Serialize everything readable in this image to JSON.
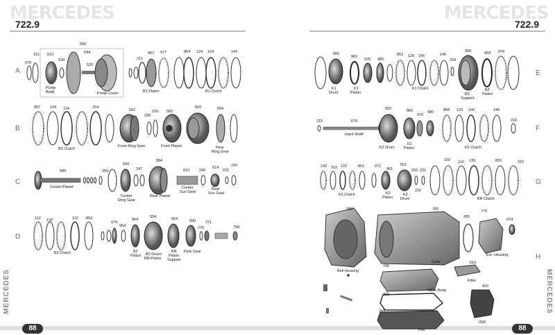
{
  "left": {
    "brand": "MERCEDES",
    "model": "722.9",
    "page": "88",
    "side": "MERCEDES",
    "rows": [
      "A",
      "B",
      "C",
      "D"
    ],
    "parts": {
      "p070": "070",
      "p311": "311",
      "p500": "500",
      "p510": "510",
      "p530": "530",
      "p544": "544",
      "p520": "520",
      "p211": "211",
      "p967": "967",
      "p977": "977",
      "p854": "854",
      "p124": "124",
      "p104": "104",
      "p144": "144",
      "p857": "857",
      "p134": "134",
      "p114": "114",
      "p154": "154",
      "p592": "592",
      "p236": "236",
      "p239": "239",
      "p582": "582",
      "p620": "620",
      "p594": "594",
      "p580": "580",
      "p250": "250",
      "p590": "590",
      "p247": "247",
      "p584": "584",
      "p610": "610",
      "p249": "249",
      "p614": "614",
      "p221": "221",
      "p220": "220",
      "p112a": "112",
      "p132": "132",
      "p112b": "112",
      "p852": "852",
      "p974": "974",
      "p964a": "964",
      "p964b": "964",
      "p554": "554",
      "p954": "954",
      "p690": "690",
      "p270": "270",
      "p271": "271",
      "p798": "798"
    },
    "labels": {
      "pump_body": "Pump\nBody",
      "pump_cover": "Pump Cover",
      "b1_piston": "B1 Piston",
      "b1_clutch": "B1 Clutch",
      "b3_clutch": "B3 Clutch",
      "front_ring_gear": "Front Ring Gear",
      "front_planet": "Front Planet",
      "rear_ring_gear": "Rear\nRing Gear",
      "center_planet": "Center Planet",
      "center_ring_gear": "Center\nRing Gear",
      "rear_planet": "Rear Planet",
      "center_sun_gear": "Center\nSun Gear",
      "rear_sun_gear": "Rear\nSun Gear",
      "b2_clutch": "B2 Clutch",
      "b2_piston": "B2\nPiston",
      "b2_drum": "B2 Drum/\nBR Piston",
      "br_piston_support": "BR\nPiston\nSupport",
      "park_gear": "Park Gear"
    }
  },
  "right": {
    "brand": "MERCEDES",
    "model": "722.9",
    "page": "88",
    "side": "MERCEDES",
    "rows": [
      "E",
      "F",
      "G",
      "H"
    ],
    "parts": {
      "p555": "555",
      "p965": "965",
      "p975": "975",
      "p985": "985",
      "p853": "853",
      "p126": "126",
      "p106": "106",
      "p146": "146",
      "p234": "234",
      "p959": "959",
      "p969": "969",
      "p979": "979",
      "p215": "215",
      "p670": "670",
      "p550": "550",
      "p960": "960",
      "p970": "970",
      "p980": "980",
      "p858": "858",
      "p120": "120",
      "p100": "100",
      "p140": "140",
      "p216": "216",
      "p142": "142",
      "p102": "102",
      "p122": "122",
      "p851": "851",
      "p971": "971",
      "p961": "961",
      "p551": "551",
      "p233": "233",
      "p231": "231",
      "p232": "232",
      "p150": "150",
      "p110": "110",
      "p130": "130",
      "p855": "855",
      "p152": "152",
      "p750": "750",
      "p760": "760",
      "p305": "305",
      "p770": "770",
      "p074": "074",
      "p740": "740",
      "p010": "010",
      "p300": "300",
      "p410": "410",
      "p765": "765"
    },
    "labels": {
      "k1_drum": "K1\nDrum",
      "k1_piston": "K1\nPiston",
      "k1_clutch": "K1 Clutch",
      "b3_support": "B3\nSupport",
      "b3_piston": "B3\nPiston",
      "input_shaft": "Input Shaft",
      "k2_drum": "K2 Drum",
      "k2_piston": "K2\nPiston",
      "k2_clutch": "K2 Clutch",
      "k3_clutch": "K3 Clutch",
      "k3_piston": "K3\nPiston",
      "k3_drum": "K3\nDrum",
      "br_clutch": "BR Clutch",
      "bell_housing": "Bell Housing",
      "case": "Case",
      "ext_housing": "Ext. Housing",
      "valve_body": "Valve Body",
      "filter": "Filter",
      "pan": "Pan",
      "ism": "ISM"
    }
  },
  "colors": {
    "ink": "#222222",
    "ring": "#333333",
    "gear": "#555555",
    "metal": "#8a8a8a",
    "brand": "#e4e4e4"
  }
}
